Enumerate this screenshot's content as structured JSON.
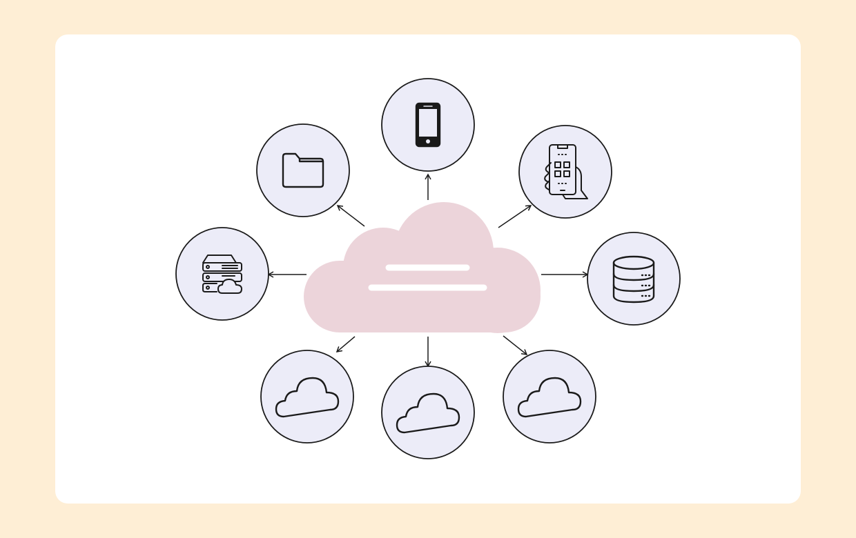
{
  "colors": {
    "background": "#feeed5",
    "card": "#ffffff",
    "central_cloud": "#ecd4da",
    "node_fill": "#ececf8",
    "stroke": "#1a1a1a"
  },
  "central": {
    "icon": "cloud-icon"
  },
  "nodes": [
    {
      "id": "mobile-phone",
      "icon": "smartphone-icon"
    },
    {
      "id": "folder",
      "icon": "folder-icon"
    },
    {
      "id": "hand-phone-apps",
      "icon": "hand-holding-phone-icon"
    },
    {
      "id": "cloud-server",
      "icon": "server-cloud-icon"
    },
    {
      "id": "database",
      "icon": "database-icon"
    },
    {
      "id": "cloud-left",
      "icon": "cloud-icon"
    },
    {
      "id": "cloud-center",
      "icon": "cloud-icon"
    },
    {
      "id": "cloud-right",
      "icon": "cloud-icon"
    }
  ]
}
